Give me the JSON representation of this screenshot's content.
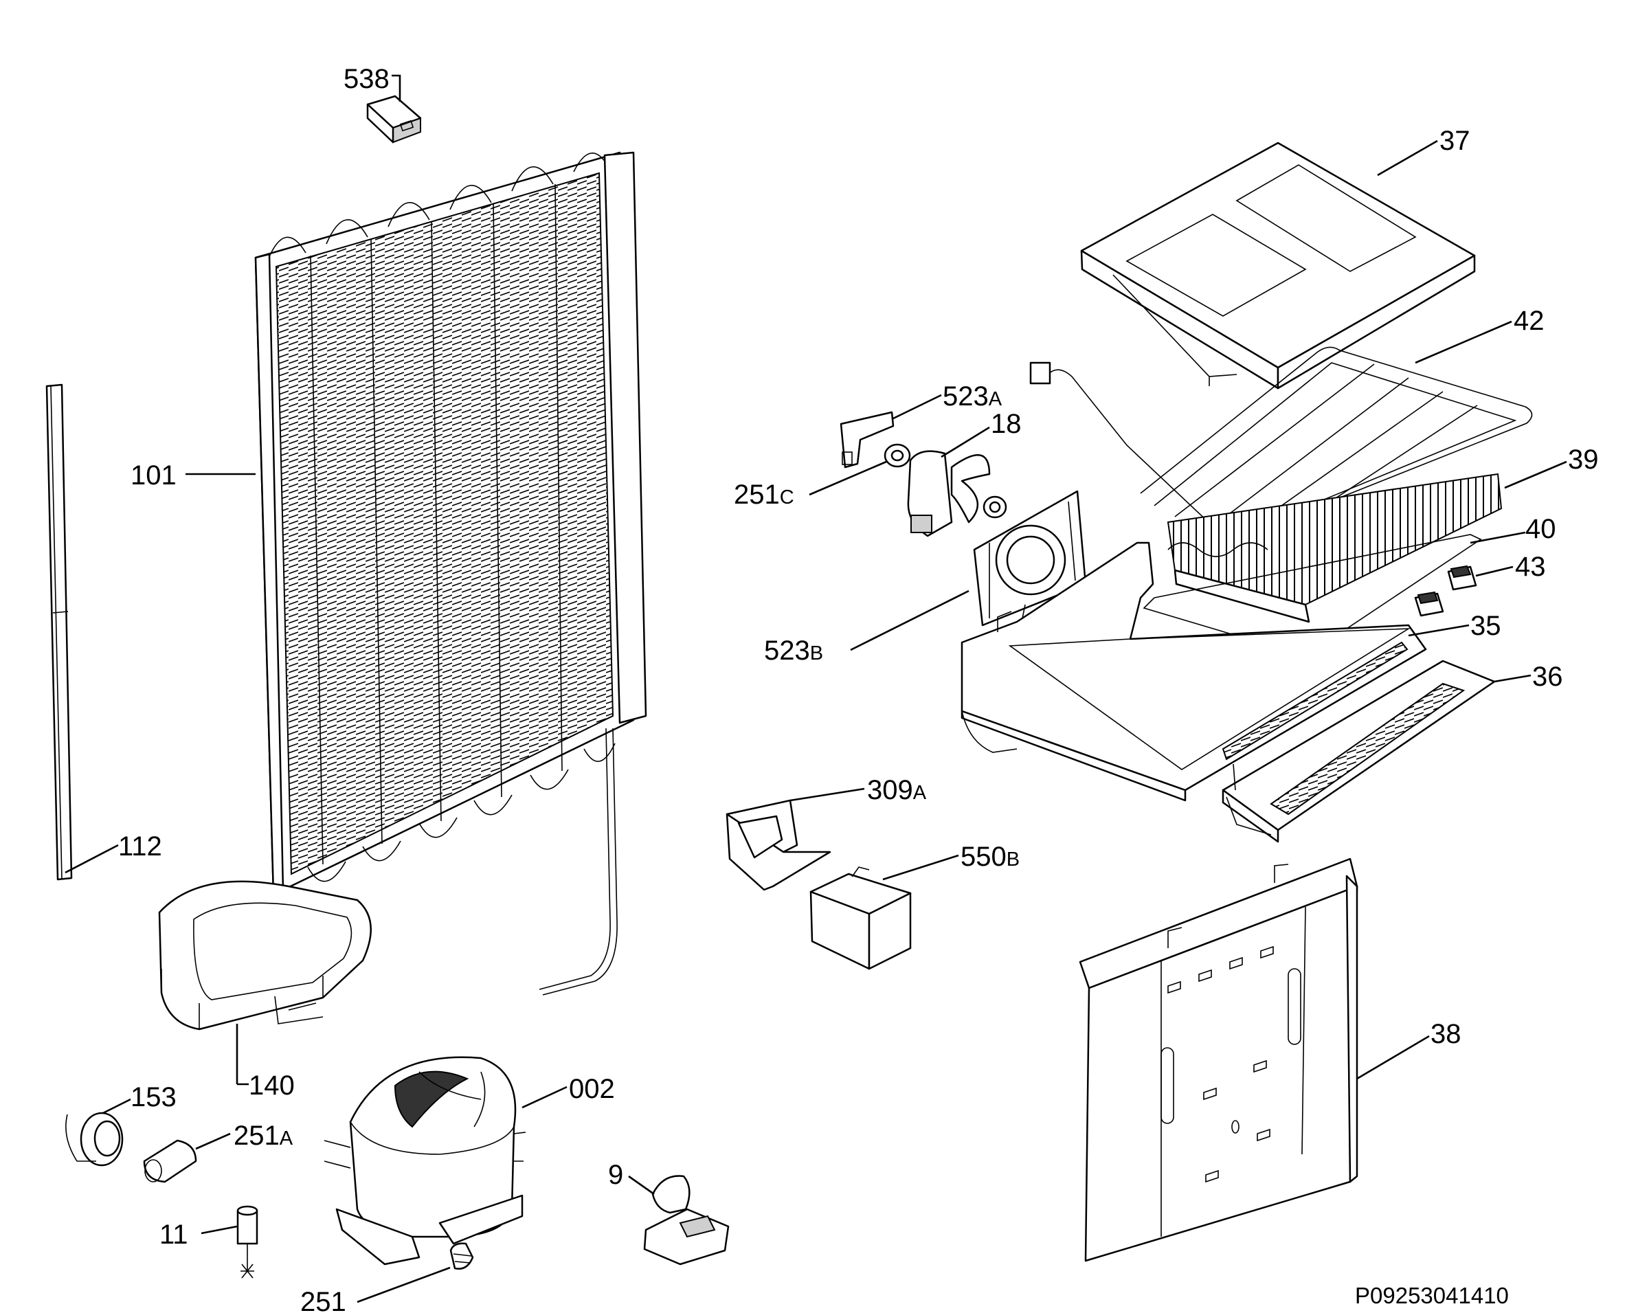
{
  "parts": [
    {
      "id": "p538",
      "num": "538",
      "suffix": ""
    },
    {
      "id": "p101",
      "num": "101",
      "suffix": ""
    },
    {
      "id": "p112",
      "num": "112",
      "suffix": ""
    },
    {
      "id": "p140",
      "num": "140",
      "suffix": ""
    },
    {
      "id": "p153",
      "num": "153",
      "suffix": ""
    },
    {
      "id": "p251a",
      "num": "251",
      "suffix": "A"
    },
    {
      "id": "p11",
      "num": "11",
      "suffix": ""
    },
    {
      "id": "p251",
      "num": "251",
      "suffix": ""
    },
    {
      "id": "p002",
      "num": "002",
      "suffix": ""
    },
    {
      "id": "p9",
      "num": "9",
      "suffix": ""
    },
    {
      "id": "p309a",
      "num": "309",
      "suffix": "A"
    },
    {
      "id": "p550b",
      "num": "550",
      "suffix": "B"
    },
    {
      "id": "p523a",
      "num": "523",
      "suffix": "A"
    },
    {
      "id": "p18",
      "num": "18",
      "suffix": ""
    },
    {
      "id": "p251c",
      "num": "251",
      "suffix": "C"
    },
    {
      "id": "p523b",
      "num": "523",
      "suffix": "B"
    },
    {
      "id": "p37",
      "num": "37",
      "suffix": ""
    },
    {
      "id": "p42",
      "num": "42",
      "suffix": ""
    },
    {
      "id": "p39",
      "num": "39",
      "suffix": ""
    },
    {
      "id": "p40",
      "num": "40",
      "suffix": ""
    },
    {
      "id": "p43",
      "num": "43",
      "suffix": ""
    },
    {
      "id": "p35",
      "num": "35",
      "suffix": ""
    },
    {
      "id": "p36",
      "num": "36",
      "suffix": ""
    },
    {
      "id": "p38",
      "num": "38",
      "suffix": ""
    }
  ],
  "drawing_code": "P09253041410"
}
